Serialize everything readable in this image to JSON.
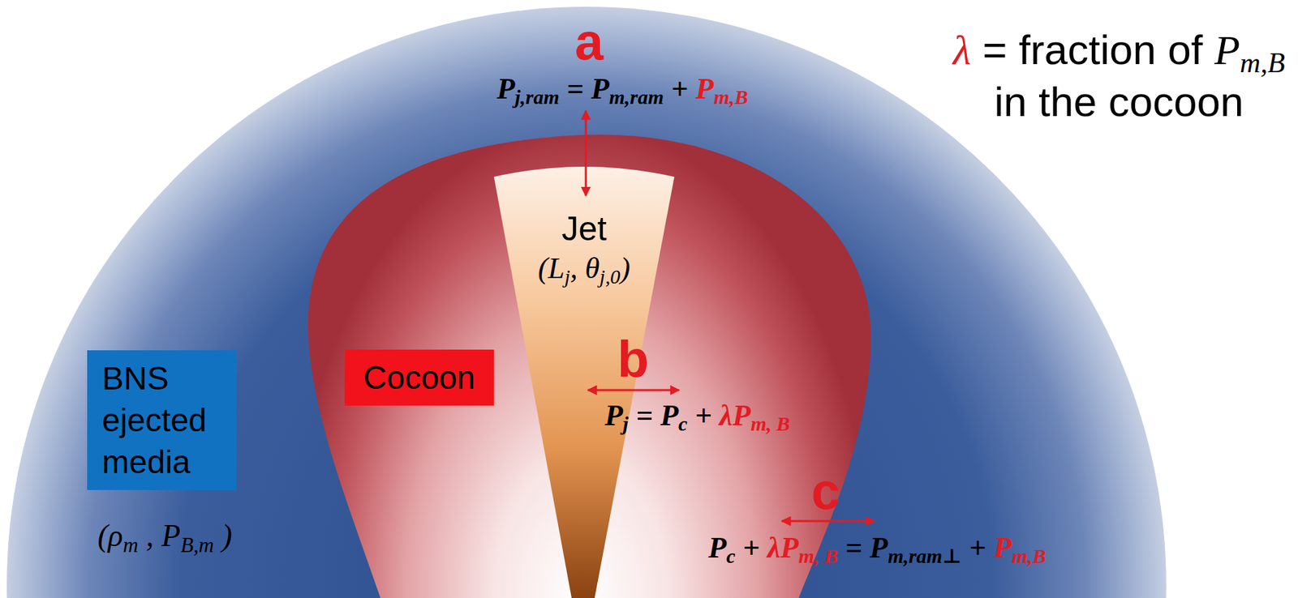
{
  "diagram": {
    "nodes": [
      {
        "text": [
          "Jet",
          "(Lj, θj,0)"
        ]
      },
      {
        "text": [
          "BNS ejected media"
        ]
      },
      {
        "text": [
          "Cocoon"
        ]
      }
    ],
    "labels": [
      "a",
      "Pj,ram = Pm,ram + Pm,B",
      "λ = fraction of Pm,B in the cocoon",
      "b",
      "Pj = Pc + λPm, B",
      "c",
      "(ρm , PB,m )",
      "Pc + λPm, B = Pm,ram⊥ + Pm,B"
    ]
  }
}
